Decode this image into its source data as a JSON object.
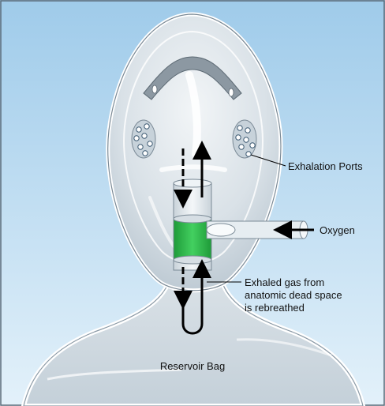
{
  "labels": {
    "exhalation_ports": "Exhalation Ports",
    "oxygen": "Oxygen",
    "exhaled_gas": [
      "Exhaled gas from",
      "anatomic dead space",
      "is rebreathed"
    ],
    "reservoir_bag": "Reservoir Bag"
  },
  "colors": {
    "background_top": "#9fcbea",
    "background_bottom": "#e3f1fa",
    "mask_fill": "#d9e1e7",
    "mask_outline": "#7b8a96",
    "valve_green": "#2fb84a",
    "flow_arrow": "#000000",
    "border": "#5a6a78"
  }
}
